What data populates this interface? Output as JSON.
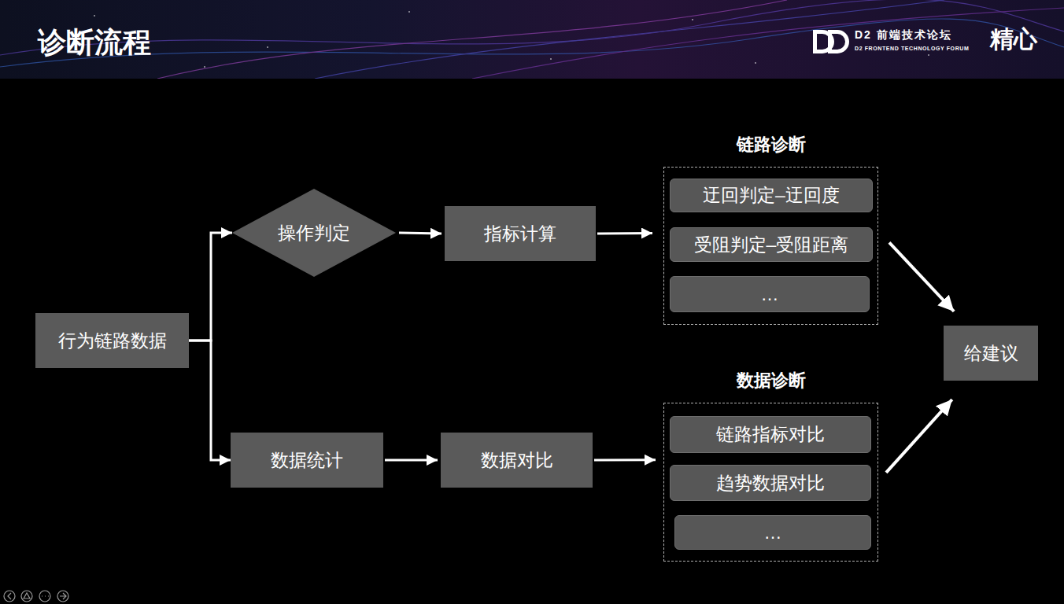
{
  "diagram": {
    "title": "诊断流程",
    "nodes": [
      {
        "text": [
          "行为链路数据"
        ]
      },
      {
        "text": [
          "操作判定"
        ]
      },
      {
        "text": [
          "指标计算"
        ]
      },
      {
        "text": [
          "数据统计"
        ]
      },
      {
        "text": [
          "数据对比"
        ]
      },
      {
        "text": [
          "链路诊断"
        ]
      },
      {
        "text": [
          "迂回判定–迂回度"
        ],
        "in": 5
      },
      {
        "text": [
          "受阻判定–受阻距离"
        ],
        "in": 5
      },
      {
        "text": [
          "…"
        ],
        "in": 5
      },
      {
        "text": [
          "数据诊断"
        ]
      },
      {
        "text": [
          "链路指标对比"
        ],
        "in": 9
      },
      {
        "text": [
          "趋势数据对比"
        ],
        "in": 9
      },
      {
        "text": [
          "…"
        ],
        "in": 9
      },
      {
        "text": [
          "给建议"
        ]
      }
    ],
    "edges": [
      {
        "from": 0,
        "to": 1,
        "arrow": "to"
      },
      {
        "from": 0,
        "to": 3,
        "arrow": "to"
      },
      {
        "from": 1,
        "to": 2,
        "arrow": "to"
      },
      {
        "from": 2,
        "to": 5,
        "arrow": "to"
      },
      {
        "from": 3,
        "to": 4,
        "arrow": "to"
      },
      {
        "from": 4,
        "to": 9,
        "arrow": "to"
      },
      {
        "from": 5,
        "to": 13,
        "arrow": "to"
      },
      {
        "from": 9,
        "to": 13,
        "arrow": "to"
      }
    ],
    "labels": [
      "D2 前端技术论坛",
      "D2 FRONTEND TECHNOLOGY FORUM",
      "精心"
    ]
  }
}
